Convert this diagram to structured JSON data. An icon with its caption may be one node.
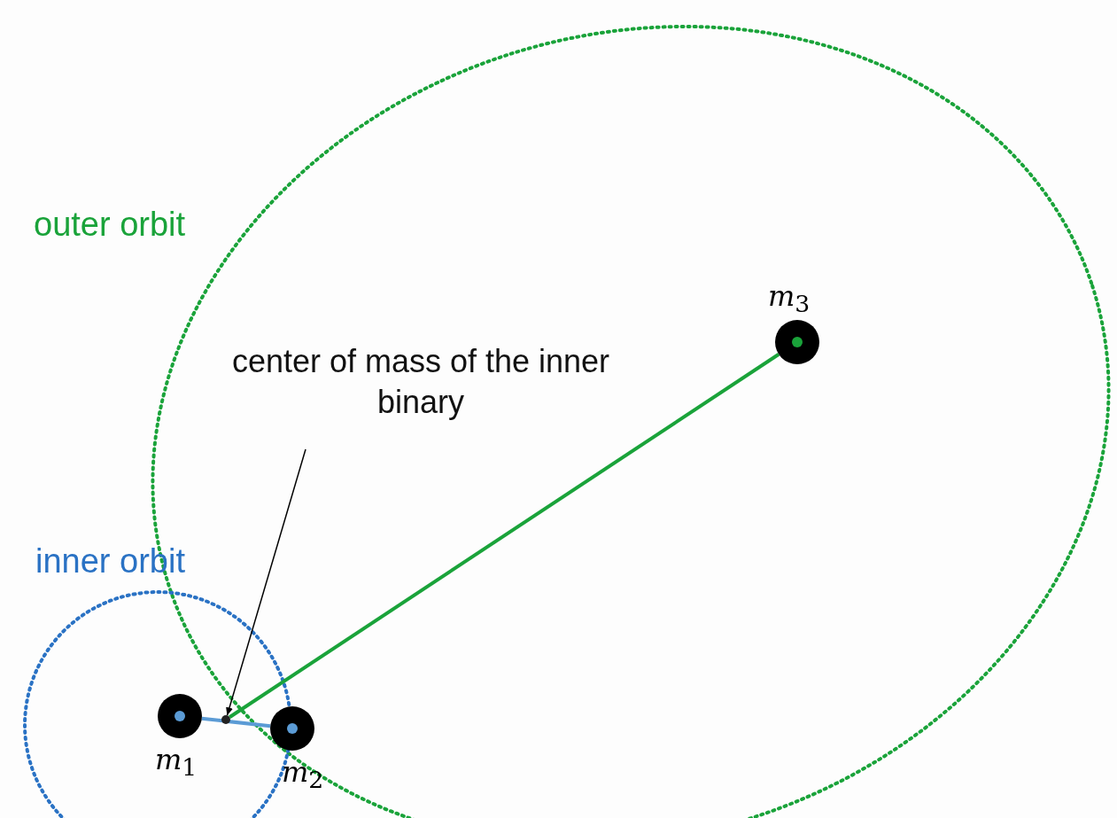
{
  "diagram": {
    "nodes": [
      {
        "text": [
          "center of mass of the inner binary"
        ]
      },
      {
        "text": [],
        "shape": "point"
      },
      {
        "text": [],
        "shape": "circle",
        "beside": [
          "*m*$_{1}$"
        ]
      },
      {
        "text": [],
        "shape": "circle",
        "beside": [
          "*m*$_{2}$"
        ]
      },
      {
        "text": [],
        "shape": "circle",
        "beside": [
          "*m*$_{3}$"
        ]
      }
    ],
    "edges": [
      {
        "from": 0,
        "to": 1,
        "arrow": "to"
      },
      {
        "from": 2,
        "to": 3,
        "arrow": "none",
        "color": "#5b9bd5"
      },
      {
        "from": 1,
        "to": 4,
        "arrow": "none",
        "color": "#1aa33a"
      }
    ],
    "labels": [
      "outer orbit",
      "inner orbit"
    ]
  }
}
